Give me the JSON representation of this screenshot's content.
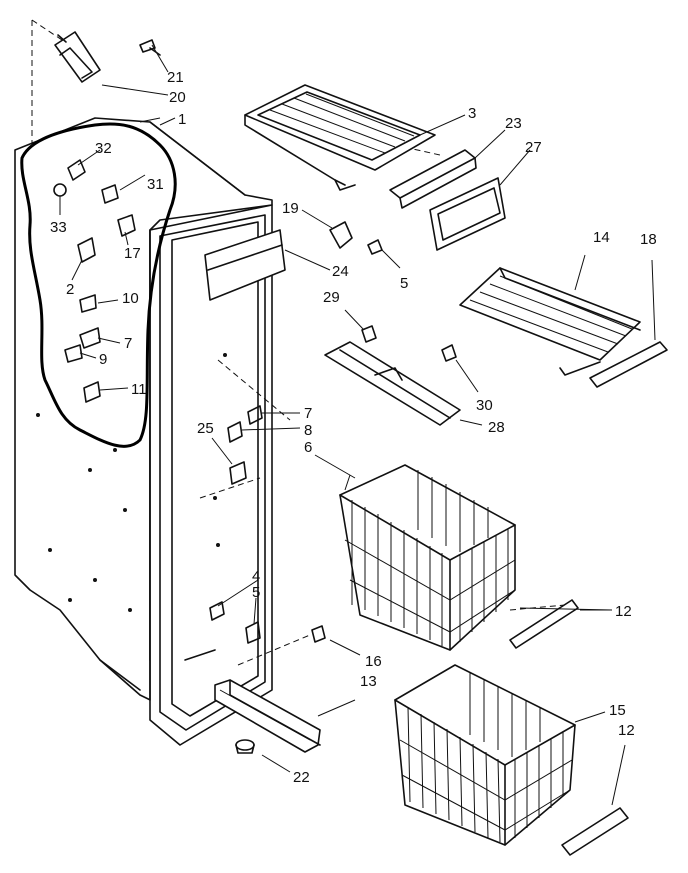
{
  "callouts": [
    {
      "id": "c21",
      "text": "21"
    },
    {
      "id": "c20",
      "text": "20"
    },
    {
      "id": "c1",
      "text": "1"
    },
    {
      "id": "c3",
      "text": "3"
    },
    {
      "id": "c23",
      "text": "23"
    },
    {
      "id": "c27",
      "text": "27"
    },
    {
      "id": "c32",
      "text": "32"
    },
    {
      "id": "c31",
      "text": "31"
    },
    {
      "id": "c33",
      "text": "33"
    },
    {
      "id": "c17",
      "text": "17"
    },
    {
      "id": "c2",
      "text": "2"
    },
    {
      "id": "c10",
      "text": "10"
    },
    {
      "id": "c7a",
      "text": "7"
    },
    {
      "id": "c9",
      "text": "9"
    },
    {
      "id": "c11",
      "text": "11"
    },
    {
      "id": "c19",
      "text": "19"
    },
    {
      "id": "c5a",
      "text": "5"
    },
    {
      "id": "c24",
      "text": "24"
    },
    {
      "id": "c14",
      "text": "14"
    },
    {
      "id": "c18",
      "text": "18"
    },
    {
      "id": "c29",
      "text": "29"
    },
    {
      "id": "c30",
      "text": "30"
    },
    {
      "id": "c28",
      "text": "28"
    },
    {
      "id": "c7b",
      "text": "7"
    },
    {
      "id": "c8",
      "text": "8"
    },
    {
      "id": "c25",
      "text": "25"
    },
    {
      "id": "c6",
      "text": "6"
    },
    {
      "id": "c4",
      "text": "4"
    },
    {
      "id": "c5b",
      "text": "5"
    },
    {
      "id": "c12a",
      "text": "12"
    },
    {
      "id": "c16",
      "text": "16"
    },
    {
      "id": "c13",
      "text": "13"
    },
    {
      "id": "c15",
      "text": "15"
    },
    {
      "id": "c12b",
      "text": "12"
    },
    {
      "id": "c22",
      "text": "22"
    }
  ]
}
